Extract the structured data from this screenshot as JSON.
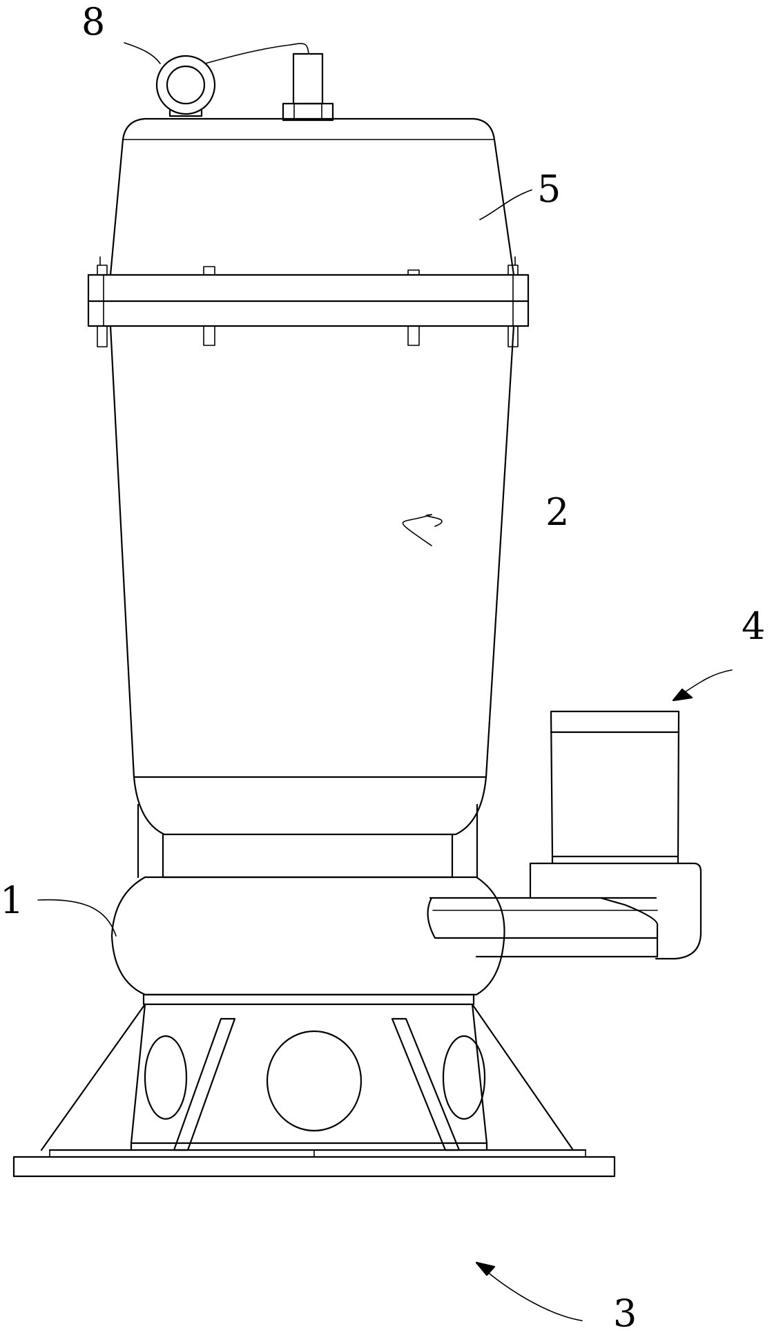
{
  "labels": {
    "impeller_housing": "1",
    "motor_body": "2",
    "base": "3",
    "outlet": "4",
    "top_cover": "5",
    "lifting_ring": "8"
  }
}
